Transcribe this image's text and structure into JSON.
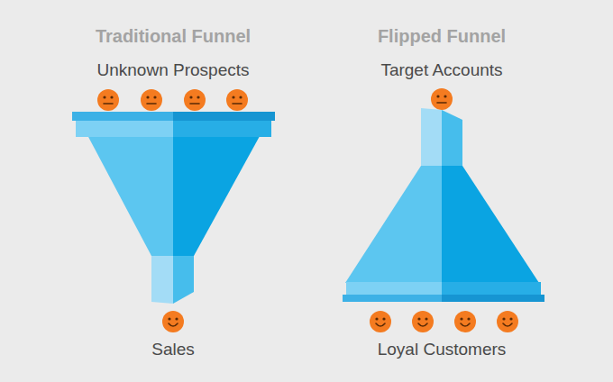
{
  "diagram": {
    "labels": [
      "Traditional Funnel",
      "Unknown Prospects",
      "Sales",
      "Flipped Funnel",
      "Target Accounts",
      "Loyal Customers"
    ]
  }
}
